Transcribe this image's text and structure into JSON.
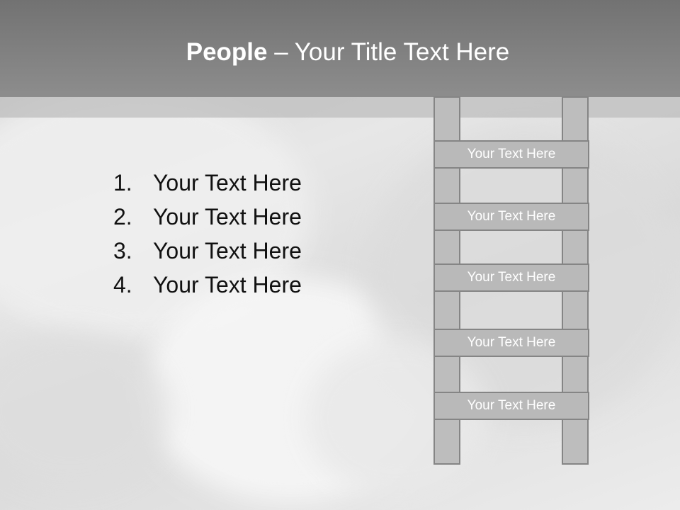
{
  "slide": {
    "title_bold": "People",
    "title_rest": " – Your Title Text Here",
    "list": [
      {
        "number": "1.",
        "text": "Your Text Here"
      },
      {
        "number": "2.",
        "text": "Your Text Here"
      },
      {
        "number": "3.",
        "text": "Your Text Here"
      },
      {
        "number": "4.",
        "text": "Your Text Here"
      }
    ],
    "ladder_rungs": [
      "Your Text Here",
      "Your Text Here",
      "Your Text Here",
      "Your Text Here",
      "Your Text Here"
    ]
  },
  "colors": {
    "header": "#808080",
    "ladder_fill": "#bdbdbd",
    "ladder_border": "#858585",
    "title_text": "#ffffff",
    "body_text": "#111111"
  }
}
